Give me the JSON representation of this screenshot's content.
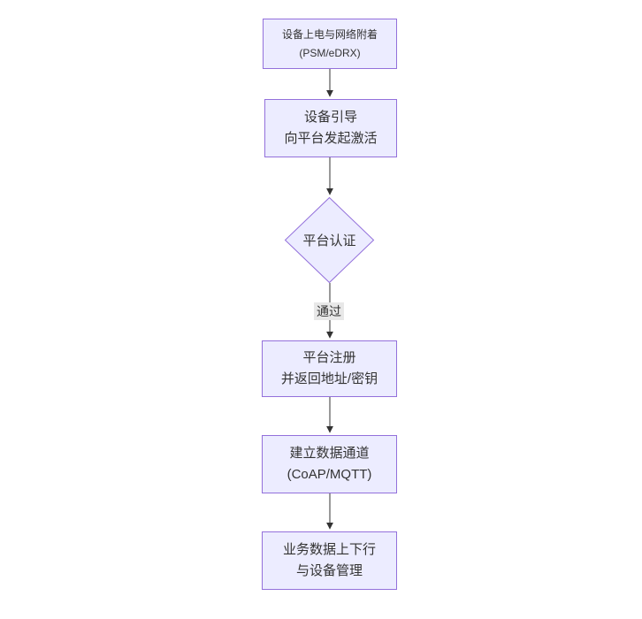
{
  "colors": {
    "bg": "#ffffff",
    "node_fill": "#ECECFF",
    "node_border": "#9370DB",
    "text": "#333333",
    "edge": "#333333",
    "label_bg": "#e8e8e8"
  },
  "nodes": [
    {
      "id": "attach",
      "line1": "设备上电与网络附着",
      "line2": "(PSM/eDRX)"
    },
    {
      "id": "boot",
      "line1": "设备引导",
      "line2": "向平台发起激活"
    },
    {
      "id": "register",
      "line1": "平台注册",
      "line2": "并返回地址/密钥"
    },
    {
      "id": "channel",
      "line1": "建立数据通道",
      "line2": "(CoAP/MQTT)"
    },
    {
      "id": "business",
      "line1": "业务数据上下行",
      "line2": "与设备管理"
    }
  ],
  "decision": {
    "label": "平台认证"
  },
  "edge_label": {
    "text": "通过"
  }
}
